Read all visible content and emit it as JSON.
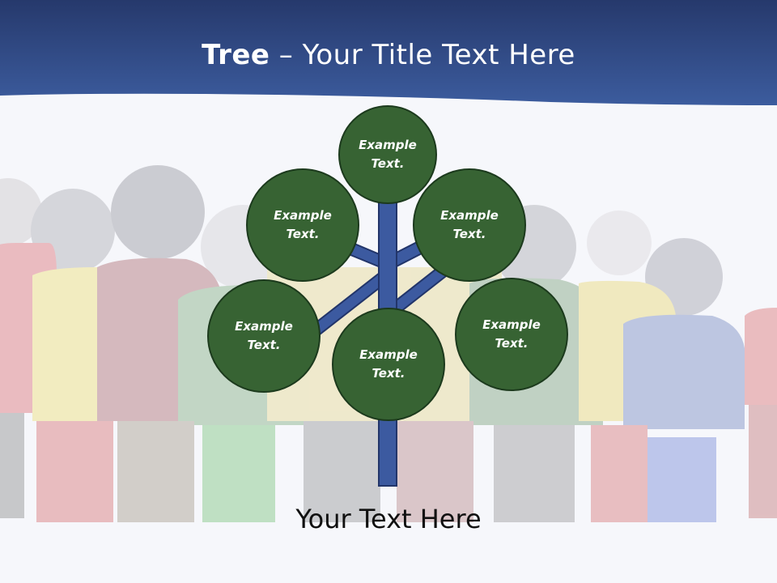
{
  "title": {
    "bold": "Tree",
    "rest": " – Your Title Text Here"
  },
  "nodes": [
    {
      "id": "top",
      "text": "Example\nText."
    },
    {
      "id": "upper-left",
      "text": "Example\nText."
    },
    {
      "id": "upper-right",
      "text": "Example\nText."
    },
    {
      "id": "lower-left",
      "text": "Example\nText."
    },
    {
      "id": "center",
      "text": "Example\nText."
    },
    {
      "id": "lower-right",
      "text": "Example\nText."
    }
  ],
  "footer_text": "Your Text Here",
  "colors": {
    "header": "#2f4f8f",
    "node_fill": "#376333",
    "node_border": "#1c3a1d",
    "trunk": "#3c5aa0",
    "trunk_border": "#22356a"
  }
}
